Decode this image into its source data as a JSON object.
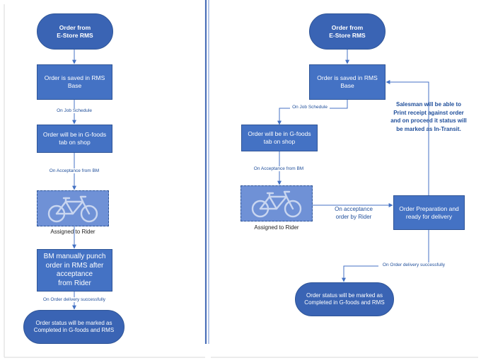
{
  "left_flow": {
    "start": {
      "line1": "Order from",
      "line2": "E-Store RMS"
    },
    "saved": {
      "line1": "Order is saved in RMS",
      "line2": "Base"
    },
    "label_job_schedule": "On Job Schedule",
    "gfoods_tab": {
      "line1": "Order will be in G-foods",
      "line2": "tab on shop"
    },
    "label_acceptance_bm": "On Acceptance from BM",
    "bike_caption": "Assigned to Rider",
    "manual_punch": {
      "line1": "BM manually punch",
      "line2": "order in RMS after",
      "line3": "acceptance",
      "line4": "from Rider"
    },
    "label_delivery": "On Order delivery successfully",
    "end": {
      "line1": "Order status will be marked as",
      "line2": "Completed in G-foods and RMS"
    }
  },
  "right_flow": {
    "start": {
      "line1": "Order from",
      "line2": "E-Store RMS"
    },
    "saved": {
      "line1": "Order is saved in RMS",
      "line2": "Base"
    },
    "label_job_schedule": "On Job Schedule",
    "gfoods_tab": {
      "line1": "Order will be in G-foods",
      "line2": "tab on shop"
    },
    "label_acceptance_bm": "On Acceptance from BM",
    "bike_caption": "Assigned to Rider",
    "label_rider_acceptance": {
      "line1": "On acceptance",
      "line2": "order by Rider"
    },
    "preparation": {
      "line1": "Order Preparation and",
      "line2": "ready for delivery"
    },
    "note": {
      "line1": "Salesman will be able to",
      "line2": "Print receipt against order",
      "line3": "and on proceed it status will",
      "line4": "be marked as In-Transit."
    },
    "label_delivery": "On Order delivery successfully",
    "end": {
      "line1": "Order status will be marked as",
      "line2": "Completed in G-foods and RMS"
    }
  },
  "colors": {
    "shape_fill": "#4472c4",
    "terminal_fill": "#3a64b4",
    "connector": "#4472c4",
    "label_text": "#1f4e9a",
    "divider": "#4a6fb8"
  },
  "icons": {
    "bike": "bicycle-icon"
  }
}
